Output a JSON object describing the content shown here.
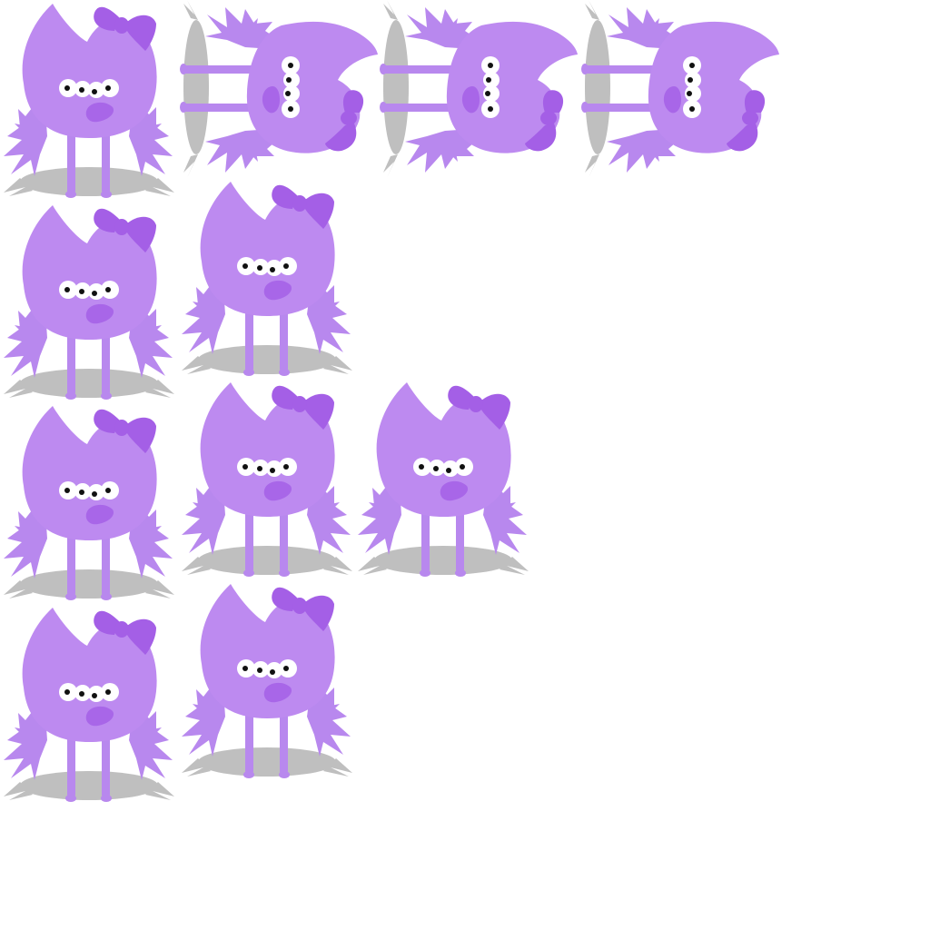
{
  "colors": {
    "body": "#bd8af0",
    "limb": "#b888ee",
    "bow": "#a45fe6",
    "cheek": "#a866e8",
    "eye_white": "#ffffff",
    "pupil": "#111111",
    "shadow": "#bfbfbf",
    "background": "#ffffff"
  },
  "sprite_sheet": {
    "rows": [
      {
        "frames": [
          {
            "pose": "front"
          },
          {
            "pose": "side"
          },
          {
            "pose": "side"
          },
          {
            "pose": "side"
          }
        ]
      },
      {
        "frames": [
          {
            "pose": "front"
          },
          {
            "pose": "front"
          }
        ]
      },
      {
        "frames": [
          {
            "pose": "front"
          },
          {
            "pose": "front"
          },
          {
            "pose": "front"
          }
        ]
      },
      {
        "frames": [
          {
            "pose": "front"
          },
          {
            "pose": "front"
          }
        ]
      }
    ]
  }
}
